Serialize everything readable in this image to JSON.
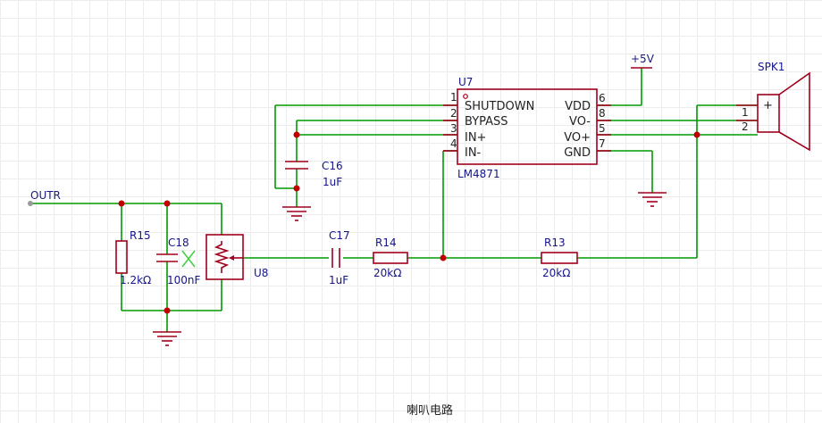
{
  "diagram": {
    "caption": "喇叭电路",
    "nets": {
      "outr": "OUTR",
      "vcc": "+5V"
    },
    "u7": {
      "ref": "U7",
      "part": "LM4871",
      "pins_left": [
        {
          "num": "1",
          "name": "SHUTDOWN"
        },
        {
          "num": "2",
          "name": "BYPASS"
        },
        {
          "num": "3",
          "name": "IN+"
        },
        {
          "num": "4",
          "name": "IN-"
        }
      ],
      "pins_right": [
        {
          "num": "6",
          "name": "VDD"
        },
        {
          "num": "8",
          "name": "VO-"
        },
        {
          "num": "5",
          "name": "VO+"
        },
        {
          "num": "7",
          "name": "GND"
        }
      ]
    },
    "spk1": {
      "ref": "SPK1",
      "pin1": "1",
      "pin2": "2",
      "plus": "+"
    },
    "c16": {
      "ref": "C16",
      "value": "1uF"
    },
    "c17": {
      "ref": "C17",
      "value": "1uF"
    },
    "c18": {
      "ref": "C18",
      "value": "100nF"
    },
    "r13": {
      "ref": "R13",
      "value": "20kΩ"
    },
    "r14": {
      "ref": "R14",
      "value": "20kΩ"
    },
    "r15": {
      "ref": "R15",
      "value": "1.2kΩ"
    },
    "u8": {
      "ref": "U8"
    }
  }
}
